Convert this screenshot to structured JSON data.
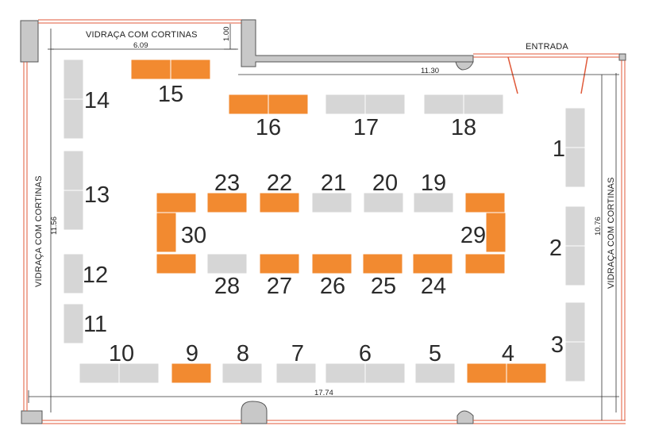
{
  "labels": {
    "glazing_top": "VIDRAÇA COM CORTINAS",
    "glazing_left": "VIDRAÇA COM CORTINAS",
    "glazing_right": "VIDRAÇA COM CORTINAS",
    "entrance": "ENTRADA"
  },
  "dimensions": {
    "top_left_width": "6.09",
    "top_left_depth": "1.00",
    "top_right_width": "11.30",
    "left_height": "11.56",
    "right_height": "10.76",
    "total_width": "17.74"
  },
  "colors": {
    "booth_available": "#d6d6d6",
    "booth_taken": "#f28a30",
    "wall": "#c8c8c8",
    "glass": "#e05a3a"
  },
  "booths": [
    {
      "number": "1",
      "status": "available"
    },
    {
      "number": "2",
      "status": "available"
    },
    {
      "number": "3",
      "status": "available"
    },
    {
      "number": "4",
      "status": "taken"
    },
    {
      "number": "5",
      "status": "available"
    },
    {
      "number": "6",
      "status": "available"
    },
    {
      "number": "7",
      "status": "available"
    },
    {
      "number": "8",
      "status": "available"
    },
    {
      "number": "9",
      "status": "taken"
    },
    {
      "number": "10",
      "status": "available"
    },
    {
      "number": "11",
      "status": "available"
    },
    {
      "number": "12",
      "status": "available"
    },
    {
      "number": "13",
      "status": "available"
    },
    {
      "number": "14",
      "status": "available"
    },
    {
      "number": "15",
      "status": "taken"
    },
    {
      "number": "16",
      "status": "taken"
    },
    {
      "number": "17",
      "status": "available"
    },
    {
      "number": "18",
      "status": "available"
    },
    {
      "number": "19",
      "status": "available"
    },
    {
      "number": "20",
      "status": "available"
    },
    {
      "number": "21",
      "status": "available"
    },
    {
      "number": "22",
      "status": "taken"
    },
    {
      "number": "23",
      "status": "taken"
    },
    {
      "number": "24",
      "status": "taken"
    },
    {
      "number": "25",
      "status": "taken"
    },
    {
      "number": "26",
      "status": "taken"
    },
    {
      "number": "27",
      "status": "taken"
    },
    {
      "number": "28",
      "status": "available"
    },
    {
      "number": "29",
      "status": "taken"
    },
    {
      "number": "30",
      "status": "taken"
    }
  ]
}
